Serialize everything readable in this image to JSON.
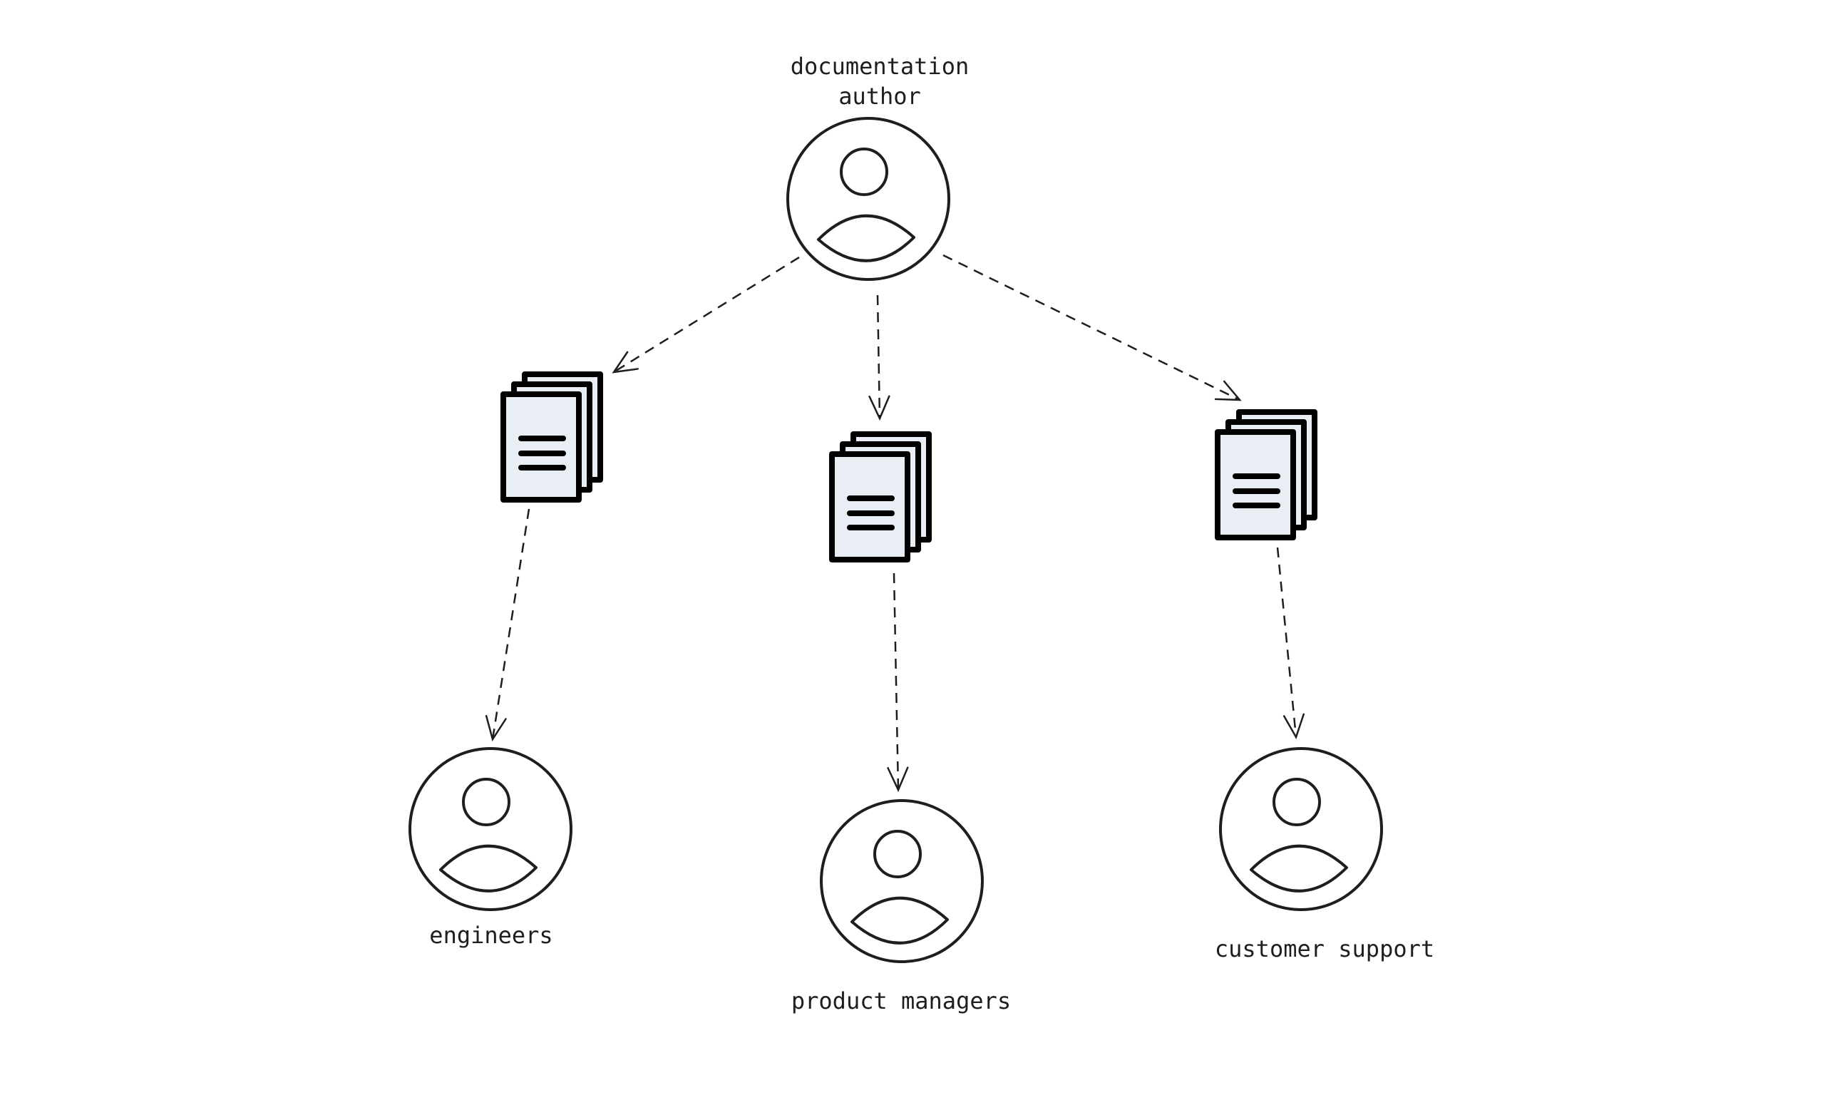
{
  "colors": {
    "stroke": "#1e1e1e",
    "document_fill": "#e9eef5",
    "background": "#ffffff"
  },
  "nodes": {
    "author": {
      "label_lines": [
        "documentation",
        "author"
      ],
      "icon": "user-icon"
    },
    "engineers": {
      "label": "engineers",
      "icon": "user-icon"
    },
    "product_managers": {
      "label": "product managers",
      "icon": "user-icon"
    },
    "customer_support": {
      "label": "customer support",
      "icon": "user-icon"
    }
  },
  "documents": [
    {
      "id": "doc-engineers",
      "icon": "document-stack-icon"
    },
    {
      "id": "doc-product-managers",
      "icon": "document-stack-icon"
    },
    {
      "id": "doc-customer-support",
      "icon": "document-stack-icon"
    }
  ],
  "edges": [
    {
      "from": "author",
      "to": "doc-engineers",
      "style": "dashed"
    },
    {
      "from": "author",
      "to": "doc-product-managers",
      "style": "dashed"
    },
    {
      "from": "author",
      "to": "doc-customer-support",
      "style": "dashed"
    },
    {
      "from": "doc-engineers",
      "to": "engineers",
      "style": "dashed"
    },
    {
      "from": "doc-product-managers",
      "to": "product_managers",
      "style": "dashed"
    },
    {
      "from": "doc-customer-support",
      "to": "customer_support",
      "style": "dashed"
    }
  ]
}
